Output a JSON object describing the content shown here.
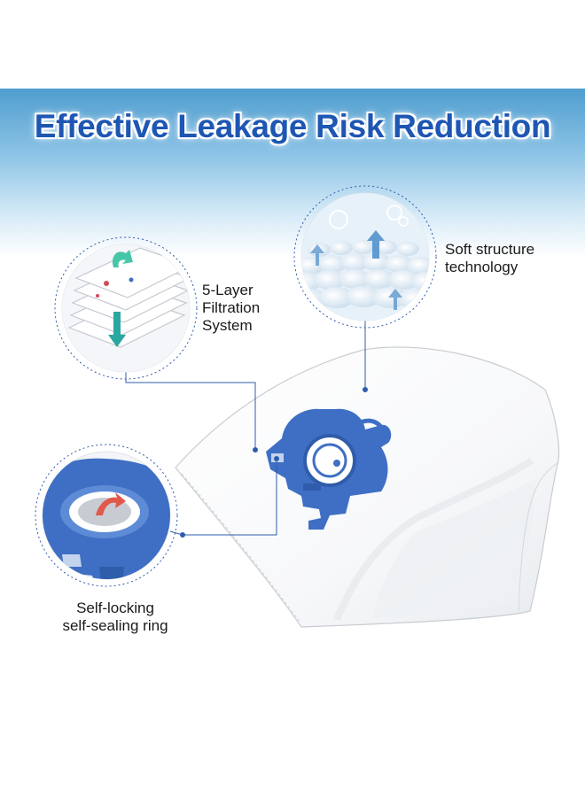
{
  "headline": "Effective Leakage Risk Reduction",
  "callouts": {
    "filtration": {
      "line1": "5-Layer",
      "line2": "Filtration",
      "line3": "System"
    },
    "soft": {
      "line1": "Soft structure",
      "line2": "technology"
    },
    "ring": {
      "line1": "Self-locking",
      "line2": "self-sealing ring"
    }
  },
  "colors": {
    "brand_blue": "#1e56b3",
    "collar_blue": "#3f6fc4",
    "band_top": "#4f9dcf"
  },
  "icons": [
    "filtration-layers-icon",
    "soft-structure-icon",
    "sealing-ring-icon",
    "vacuum-bag-icon"
  ]
}
